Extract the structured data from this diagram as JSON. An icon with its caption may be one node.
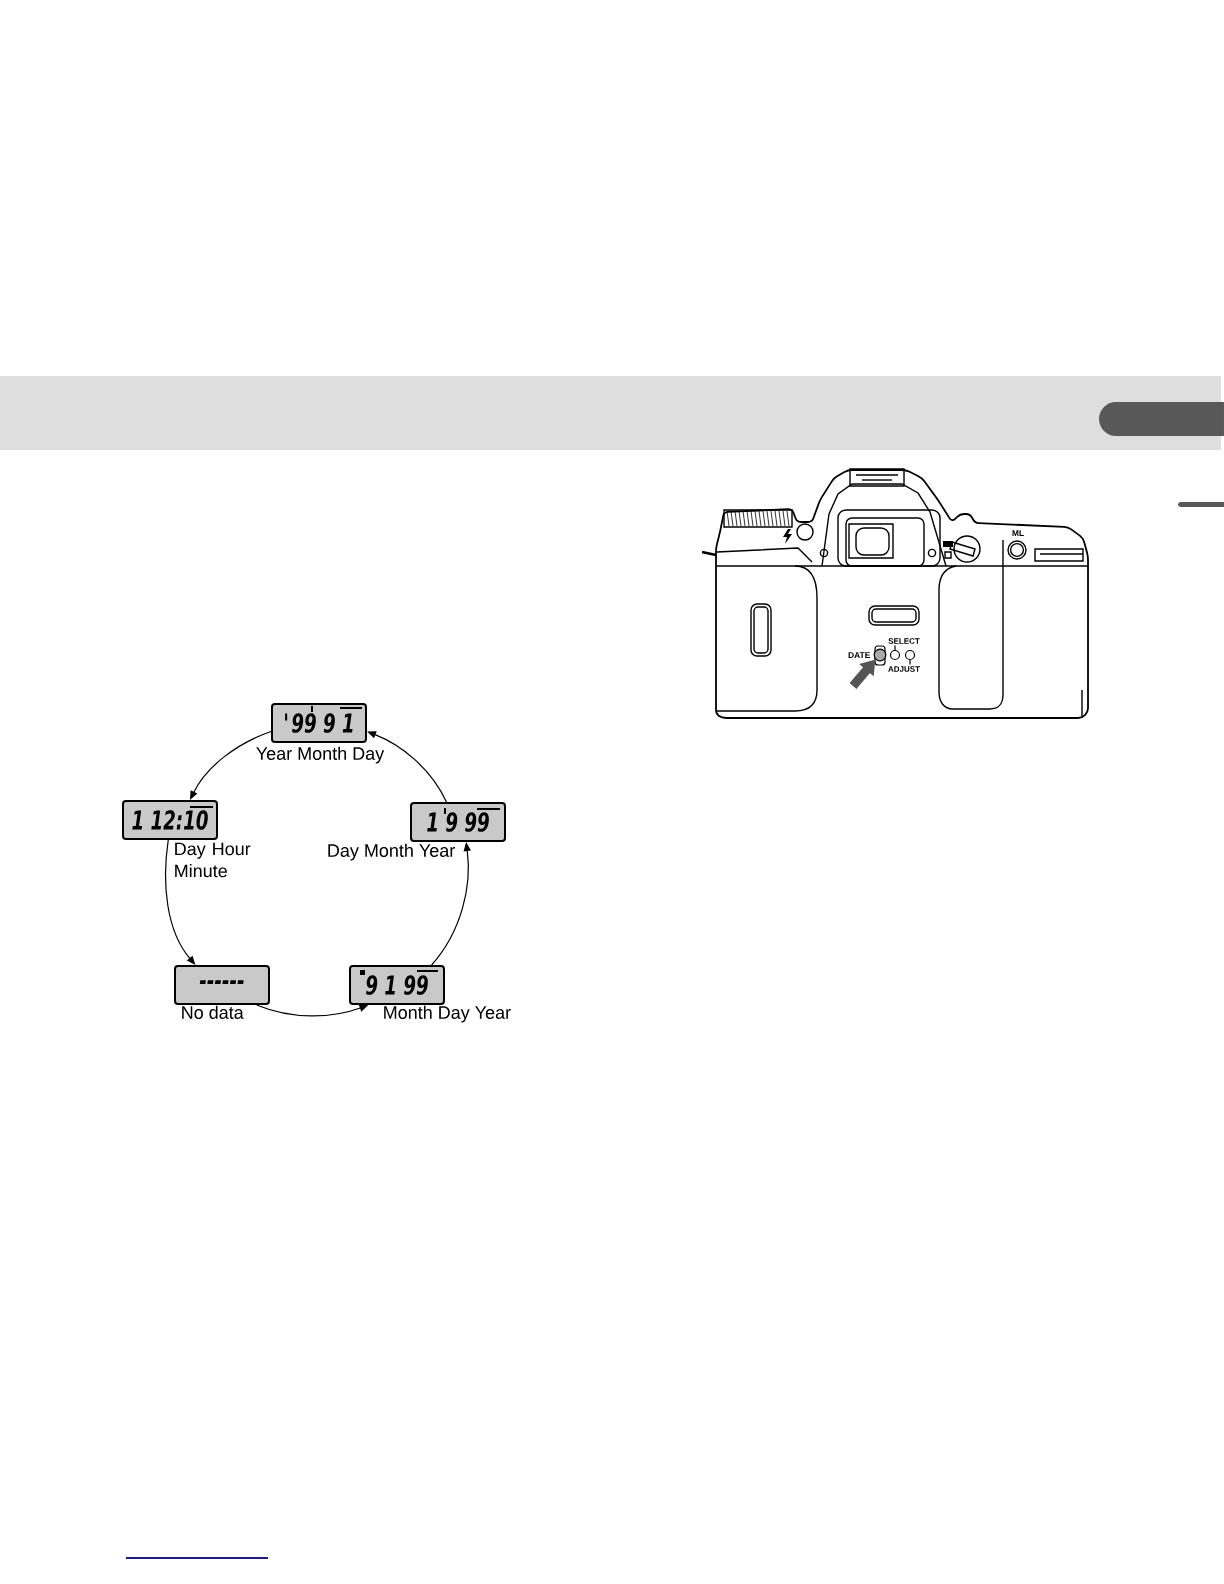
{
  "diagram": {
    "nodes": [
      {
        "text": [
          "SELECT"
        ]
      },
      {
        "text": [],
        "shape": "circle"
      },
      {
        "text": [],
        "shape": "circle"
      },
      {
        "text": [],
        "shape": "circle"
      },
      {
        "text": [
          "ADJUST"
        ]
      },
      {
        "text": [
          "'99 9 1"
        ],
        "beside": [
          "Year Month Day"
        ]
      },
      {
        "text": [
          "1 12:10"
        ],
        "beside": [
          "Day Hour Minute"
        ]
      },
      {
        "text": [
          "1 9 99"
        ],
        "beside": [
          "Day Month Year"
        ]
      },
      {
        "text": [
          "------"
        ],
        "beside": [
          "No data"
        ]
      },
      {
        "text": [
          "9 1 99"
        ],
        "beside": [
          "Month Day Year"
        ]
      }
    ],
    "edges": [
      {
        "from": 0,
        "to": 2,
        "arrow": "none"
      },
      {
        "from": 4,
        "to": 3,
        "arrow": "none"
      },
      {
        "from": null,
        "to": 1,
        "arrow": "to",
        "style": "thick",
        "color": "#555555"
      },
      {
        "from": 5,
        "to": 6,
        "arrow": "to"
      },
      {
        "from": 6,
        "to": 8,
        "arrow": "to"
      },
      {
        "from": 8,
        "to": 9,
        "arrow": "to"
      },
      {
        "from": 9,
        "to": 7,
        "arrow": "to"
      },
      {
        "from": 7,
        "to": 5,
        "arrow": "to"
      }
    ],
    "labels": [
      "ML",
      "DATE"
    ]
  }
}
